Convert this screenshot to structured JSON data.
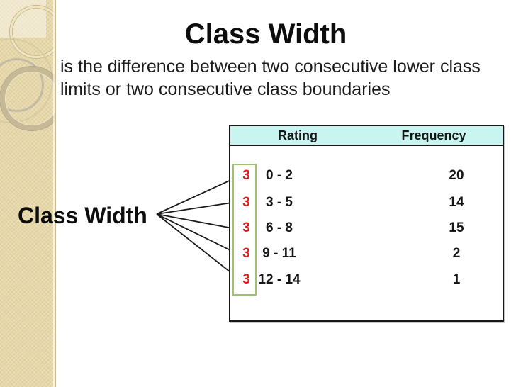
{
  "slide": {
    "title": "Class Width",
    "body_lines": [
      "is the difference between two consecutive lower class",
      "limits or two consecutive class boundaries"
    ],
    "pointer_label": "Class Width"
  },
  "table": {
    "headers": [
      "Rating",
      "Frequency"
    ],
    "rows": [
      {
        "class_width": "3",
        "rating": "0 - 2",
        "frequency": "20"
      },
      {
        "class_width": "3",
        "rating": "3 - 5",
        "frequency": "14"
      },
      {
        "class_width": "3",
        "rating": "6 - 8",
        "frequency": "15"
      },
      {
        "class_width": "3",
        "rating": "9 - 11",
        "frequency": "2"
      },
      {
        "class_width": "3",
        "rating": "12 - 14",
        "frequency": "1"
      }
    ]
  },
  "colors": {
    "header_bg": "#c8f5ef",
    "class_width_red": "#e3191d",
    "green_box_border": "#9cc36f",
    "strip_beige": "#e7d8a9",
    "line_color": "#1a1a1a"
  }
}
